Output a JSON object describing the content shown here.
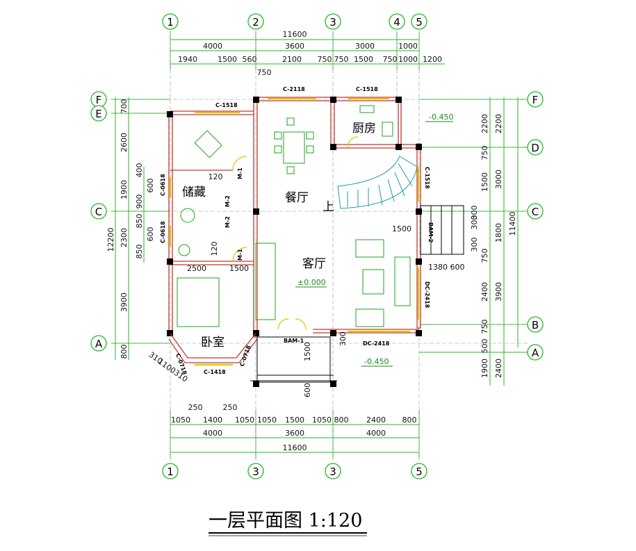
{
  "title": "一层平面图 1:120",
  "axes": {
    "top": [
      "1",
      "2",
      "3",
      "4",
      "5"
    ],
    "bottom": [
      "1",
      "3",
      "3",
      "5"
    ],
    "left": [
      "F",
      "E",
      "C",
      "A"
    ],
    "right": [
      "F",
      "D",
      "C",
      "B",
      "A"
    ]
  },
  "rooms": [
    "储藏",
    "餐厅",
    "厨房",
    "客厅",
    "卧室"
  ],
  "stair_label": "上",
  "levels": [
    "-0.450",
    "±0.000",
    "-0.450"
  ],
  "tags": [
    "C-1518",
    "C-2118",
    "C-1518",
    "C-0618",
    "C-0618",
    "M-1",
    "M-2",
    "M-2",
    "M-1",
    "C-1518",
    "BAM-2",
    "DC-2418",
    "DC-2418",
    "BAM-1",
    "C-0718",
    "C-1418",
    "C-0718"
  ],
  "dims_top": {
    "total": "11600",
    "row2": [
      "4000",
      "3600",
      "3000",
      "1000"
    ],
    "row3": [
      "1940",
      "1500",
      "560",
      "2100",
      "750",
      "750",
      "1500",
      "750",
      "1000",
      "1200"
    ],
    "extra": "750"
  },
  "dims_bottom": {
    "row1": [
      "1050",
      "1400",
      "1050",
      "1050",
      "1500",
      "1050",
      "800",
      "2400",
      "800"
    ],
    "row2": [
      "4000",
      "3600",
      "4000"
    ],
    "total": "11600",
    "small": [
      "250",
      "250",
      "600",
      "1500",
      "300"
    ]
  },
  "dims_left": {
    "outer": "12200",
    "mid": [
      "700",
      "2600",
      "1900",
      "2300",
      "3900",
      "800"
    ],
    "inner": [
      "400",
      "600",
      "900",
      "850",
      "600",
      "850"
    ]
  },
  "dims_right": {
    "outer": "11400",
    "mid": [
      "2200",
      "3000",
      "1800",
      "3900",
      "2400"
    ],
    "inner": [
      "2200",
      "750",
      "1500",
      "300",
      "300",
      "750",
      "2400",
      "750",
      "500",
      "1900"
    ]
  },
  "dims_interior": [
    "120",
    "120",
    "2500",
    "1500",
    "1500",
    "1380",
    "600",
    "300",
    "310",
    "1100",
    "310"
  ]
}
